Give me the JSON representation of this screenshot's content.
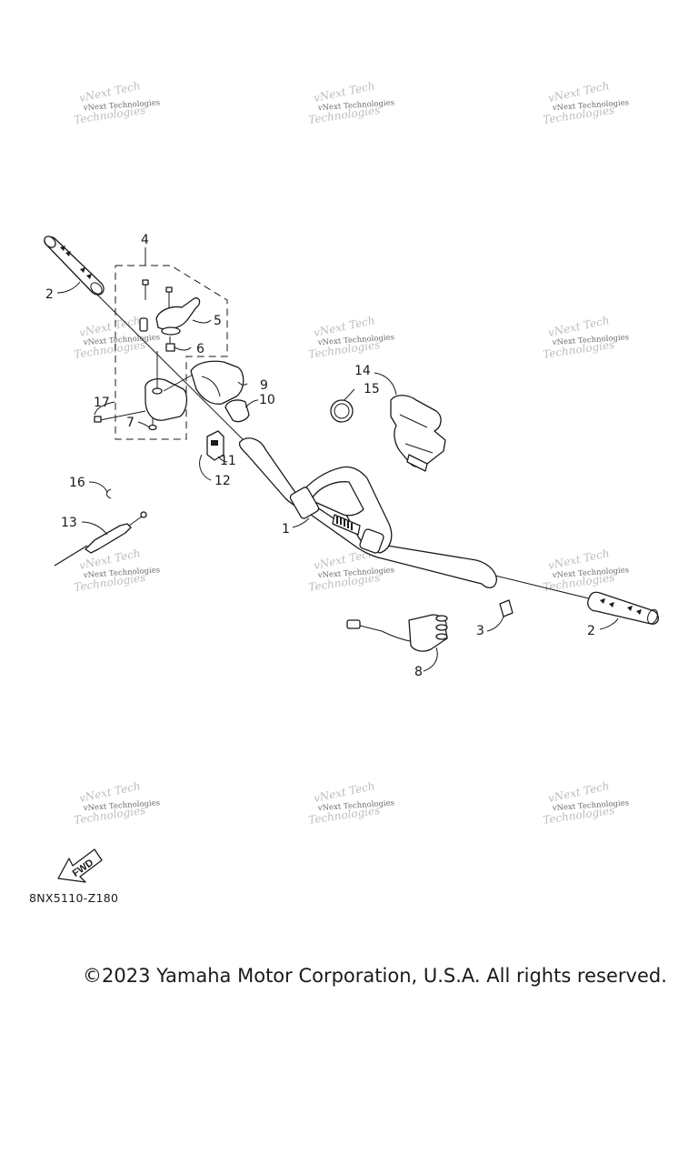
{
  "watermark": "vNext Technologies",
  "callouts": {
    "c1": "1",
    "c2a": "2",
    "c2b": "2",
    "c3": "3",
    "c4": "4",
    "c5": "5",
    "c6": "6",
    "c7": "7",
    "c8": "8",
    "c9": "9",
    "c10": "10",
    "c11": "11",
    "c12": "12",
    "c13": "13",
    "c14": "14",
    "c15": "15",
    "c16": "16",
    "c17": "17"
  },
  "fwd_label": "FWD",
  "diagram_code": "8NX5110-Z180",
  "copyright": "©2023 Yamaha Motor Corporation, U.S.A. All rights reserved."
}
